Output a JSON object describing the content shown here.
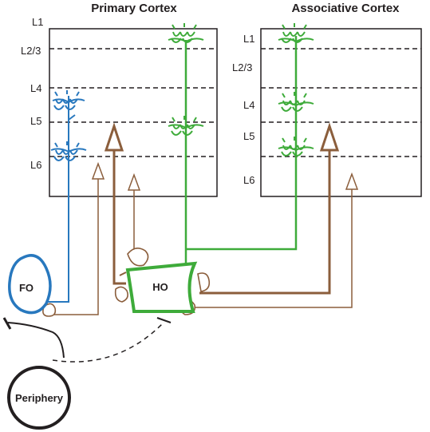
{
  "titles": {
    "primary": "Primary Cortex",
    "associative": "Associative Cortex"
  },
  "primary_layers": [
    "L1",
    "L2/3",
    "L4",
    "L5",
    "L6"
  ],
  "associative_layers": [
    "L1",
    "L2/3",
    "L4",
    "L5",
    "L6"
  ],
  "nuclei": {
    "fo": "FO",
    "ho": "HO",
    "periphery": "Periphery"
  },
  "colors": {
    "blue": "#2878be",
    "green": "#3eab3a",
    "brown": "#8b5e3c",
    "black": "#231f20"
  }
}
